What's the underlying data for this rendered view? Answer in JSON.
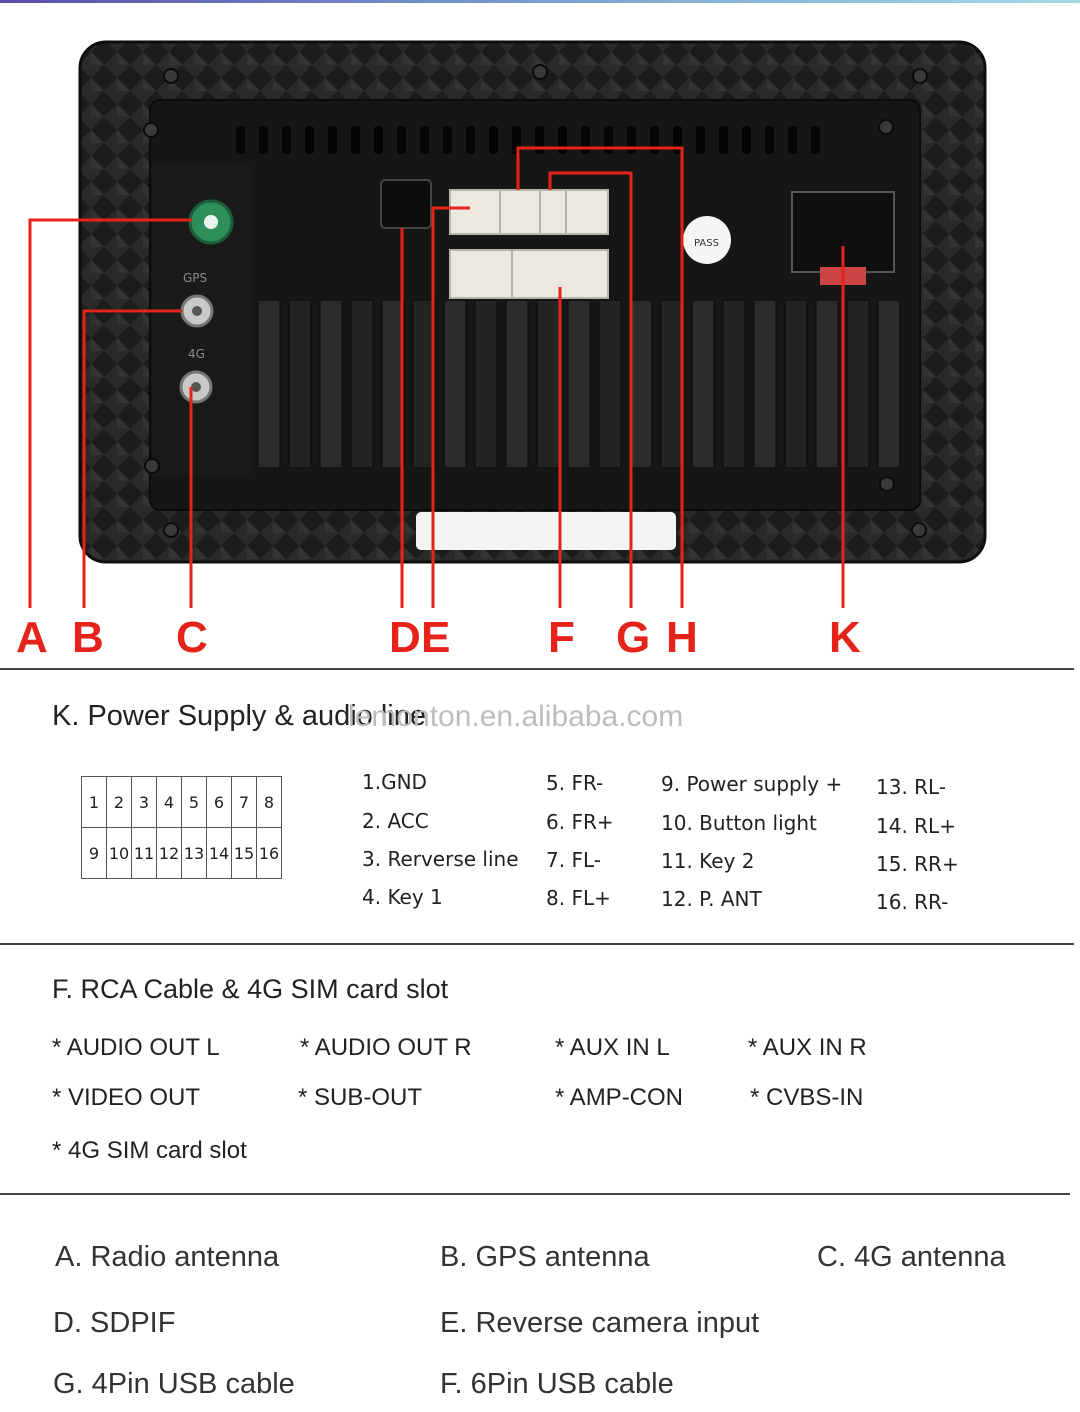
{
  "diagram": {
    "letters": [
      "A",
      "B",
      "C",
      "D",
      "E",
      "F",
      "G",
      "H",
      "K"
    ],
    "port_labels": {
      "gps": "GPS",
      "g4": "4G",
      "sticker": "PASS"
    }
  },
  "watermark": "lemonton.en.alibaba.com",
  "power": {
    "title": "K. Power Supply & audio line",
    "pin_grid": [
      [
        "1",
        "2",
        "3",
        "4",
        "5",
        "6",
        "7",
        "8"
      ],
      [
        "9",
        "10",
        "11",
        "12",
        "13",
        "14",
        "15",
        "16"
      ]
    ],
    "pins": [
      [
        "1.GND",
        "2. ACC",
        "3. Rerverse line",
        "4. Key 1"
      ],
      [
        "5. FR-",
        "6. FR+",
        "7. FL-",
        "8. FL+"
      ],
      [
        "9. Power supply +",
        "10. Button light",
        "11. Key 2",
        "12. P. ANT"
      ],
      [
        "13. RL-",
        "14. RL+",
        "15. RR+",
        "16. RR-"
      ]
    ]
  },
  "rca": {
    "title": "F. RCA Cable & 4G SIM card slot",
    "items": [
      "* AUDIO OUT L",
      "* AUDIO OUT R",
      "* AUX IN L",
      "* AUX IN R",
      "* VIDEO OUT",
      "* SUB-OUT",
      "* AMP-CON",
      "* CVBS-IN",
      "*  4G SIM card slot"
    ]
  },
  "antennas": [
    "A. Radio antenna",
    "B. GPS antenna",
    "C. 4G antenna",
    "D. SDPIF",
    "E. Reverse camera input",
    "G. 4Pin USB cable",
    "F. 6Pin USB cable"
  ],
  "colors": {
    "accent": "#e5231b",
    "device": "#1e1e1e",
    "connector": "#ece8df"
  }
}
